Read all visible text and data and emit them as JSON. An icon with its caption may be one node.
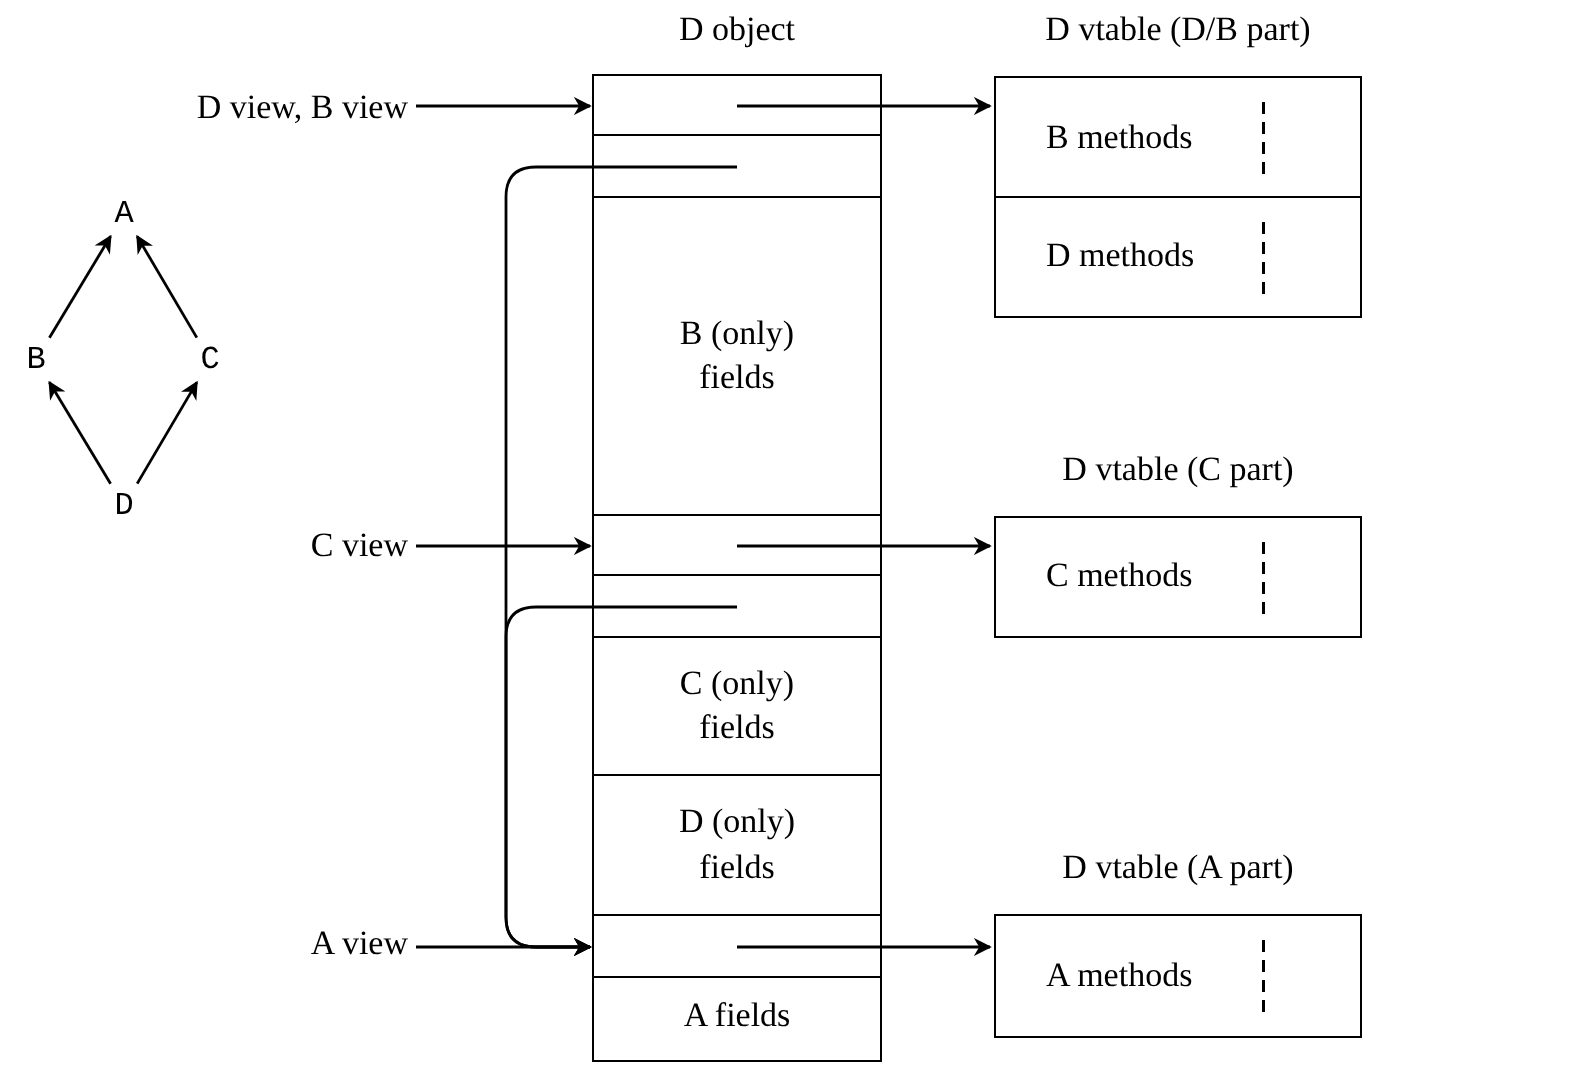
{
  "diagram": {
    "nodes": [
      {
        "text": [
          "D view, B view"
        ]
      },
      {
        "text": [
          "D object"
        ]
      },
      {
        "text": [],
        "shape": "box",
        "in": 1
      },
      {
        "text": [],
        "shape": "box",
        "in": 1
      },
      {
        "text": [
          "B (only) fields"
        ],
        "in": 1
      },
      {
        "text": [],
        "shape": "box",
        "in": 1
      },
      {
        "text": [],
        "shape": "box",
        "in": 1
      },
      {
        "text": [
          "C (only) fields"
        ],
        "in": 1
      },
      {
        "text": [
          "D (only) fields"
        ],
        "in": 1
      },
      {
        "text": [],
        "shape": "box",
        "in": 1
      },
      {
        "text": [
          "A fields"
        ],
        "in": 1
      },
      {
        "text": [
          "C view"
        ]
      },
      {
        "text": [
          "A view"
        ]
      },
      {
        "text": [
          "D vtable (D/B part)"
        ]
      },
      {
        "text": [
          "B methods"
        ],
        "in": 13
      },
      {
        "text": [
          "D methods"
        ],
        "in": 13
      },
      {
        "text": [
          "D vtable (C part)"
        ]
      },
      {
        "text": [
          "C methods"
        ],
        "in": 16
      },
      {
        "text": [
          "D vtable (A part)"
        ]
      },
      {
        "text": [
          "A methods"
        ],
        "in": 18
      },
      {
        "text": [
          "A"
        ]
      },
      {
        "text": [
          "B"
        ]
      },
      {
        "text": [
          "C"
        ]
      },
      {
        "text": [
          "D"
        ]
      }
    ],
    "edges": [
      {
        "from": 0,
        "to": 2,
        "arrow": "to"
      },
      {
        "from": 2,
        "to": 13,
        "arrow": "to"
      },
      {
        "from": 3,
        "to": 9,
        "arrow": "to"
      },
      {
        "from": 11,
        "to": 5,
        "arrow": "to"
      },
      {
        "from": 5,
        "to": 16,
        "arrow": "to"
      },
      {
        "from": 6,
        "to": 9,
        "arrow": "to"
      },
      {
        "from": 12,
        "to": 9,
        "arrow": "to"
      },
      {
        "from": 9,
        "to": 18,
        "arrow": "to"
      },
      {
        "from": 21,
        "to": 20,
        "arrow": "to"
      },
      {
        "from": 22,
        "to": 20,
        "arrow": "to"
      },
      {
        "from": 23,
        "to": 21,
        "arrow": "to"
      },
      {
        "from": 23,
        "to": 22,
        "arrow": "to"
      }
    ]
  }
}
